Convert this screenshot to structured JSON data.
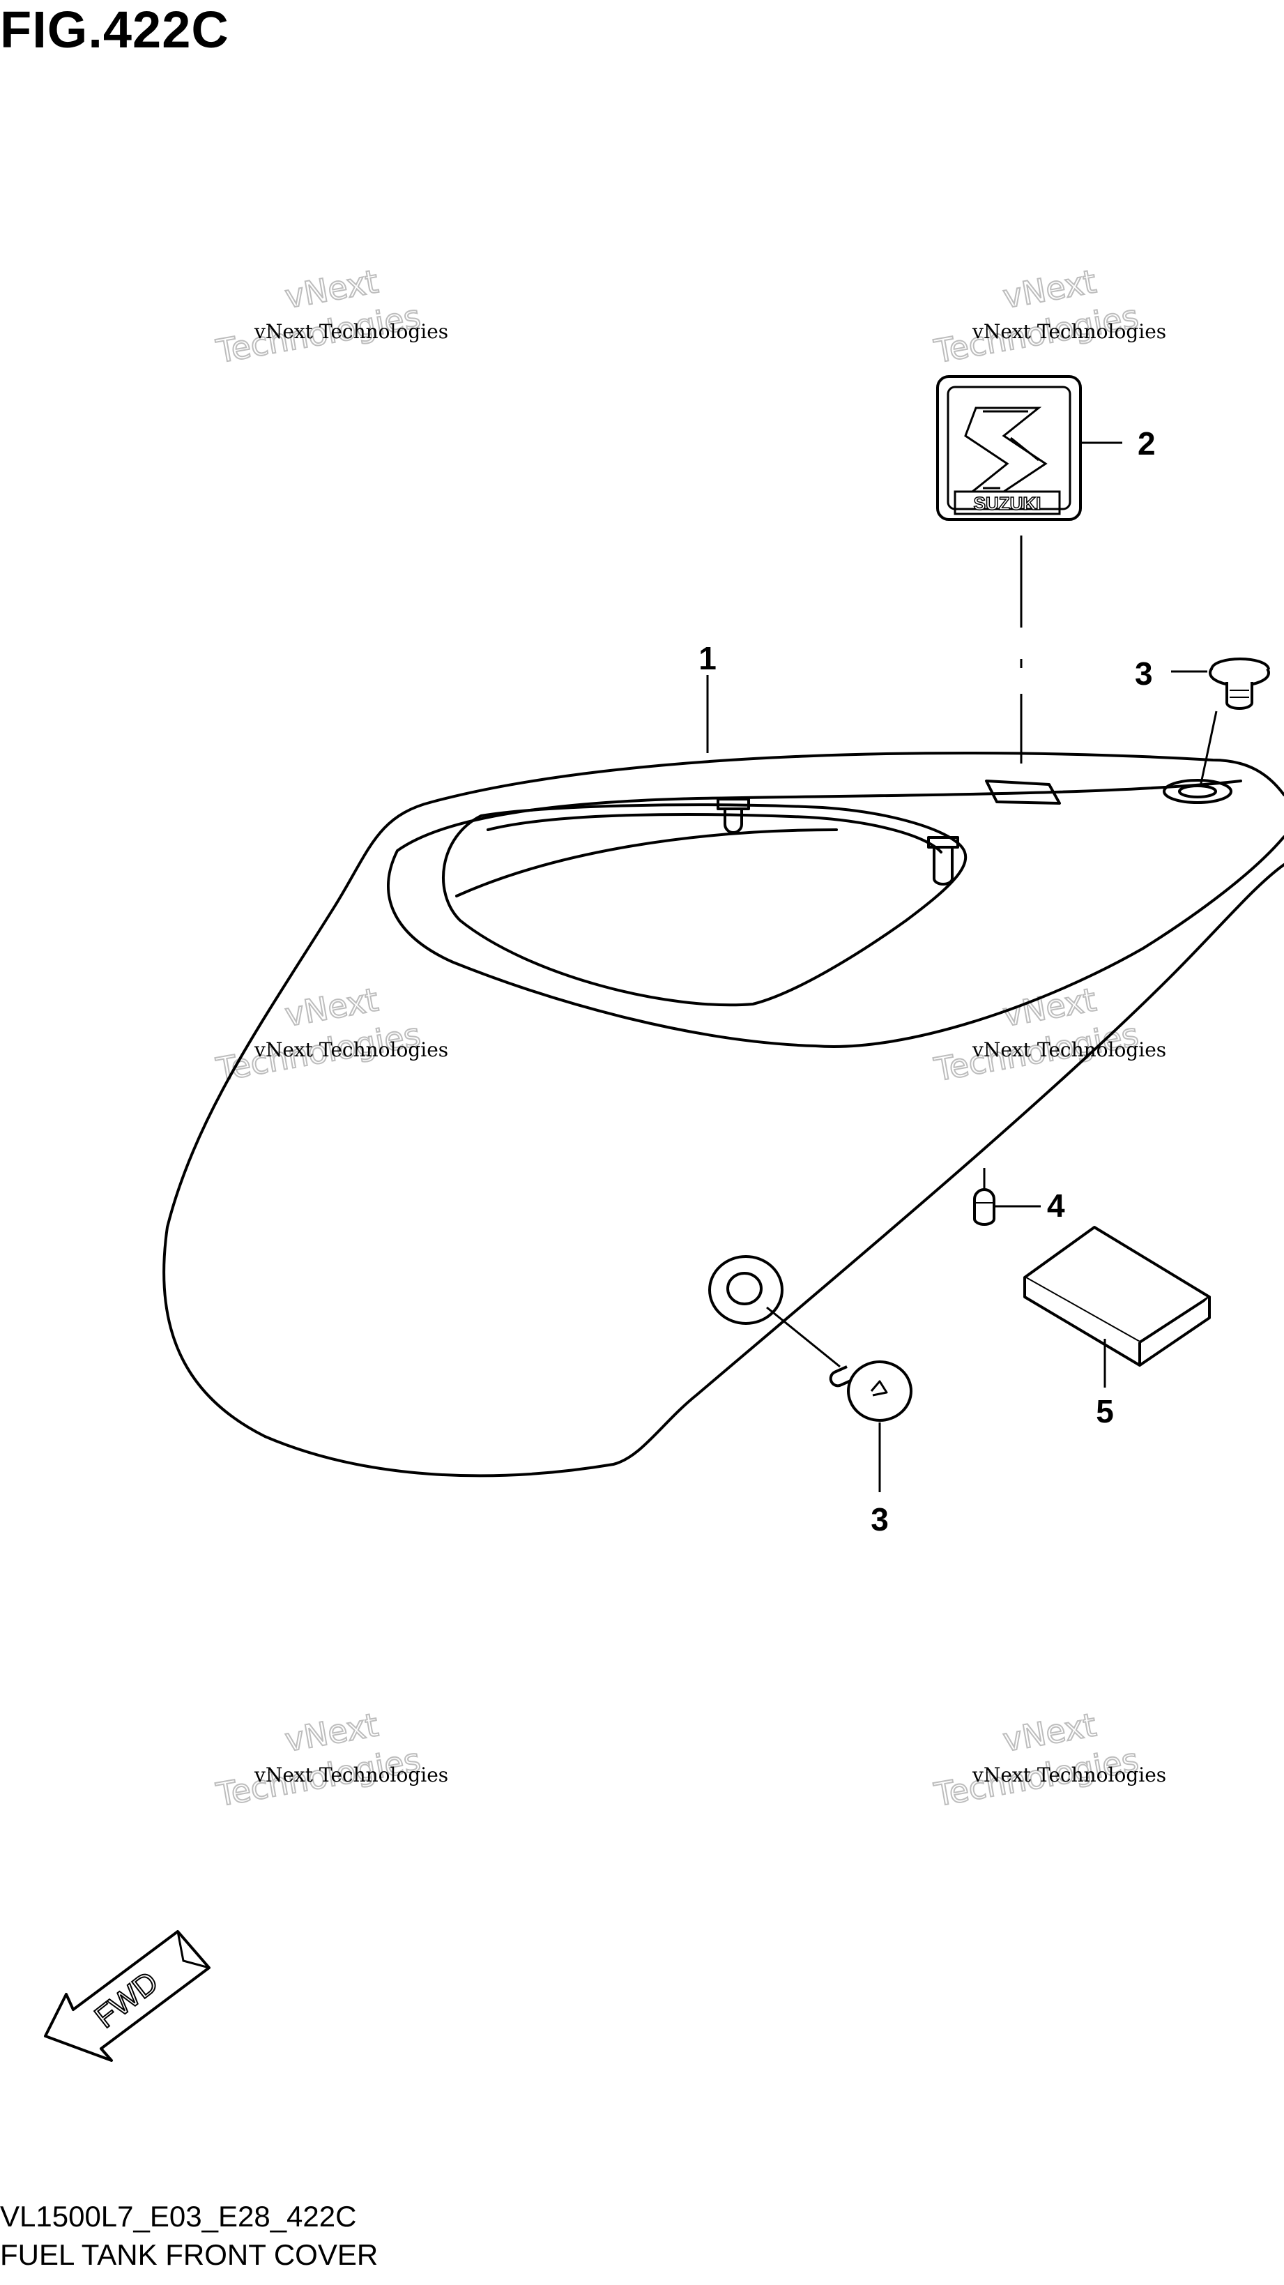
{
  "figure": {
    "title": "FIG.422C",
    "code": "VL1500L7_E03_E28_422C",
    "name": "FUEL TANK FRONT COVER"
  },
  "callouts": [
    {
      "id": "c1",
      "label": "1"
    },
    {
      "id": "c2",
      "label": "2"
    },
    {
      "id": "c3a",
      "label": "3"
    },
    {
      "id": "c3b",
      "label": "3"
    },
    {
      "id": "c4",
      "label": "4"
    },
    {
      "id": "c5",
      "label": "5"
    }
  ],
  "emblem": {
    "text": "SUZUKI",
    "icon": "suzuki-s-logo-icon"
  },
  "fwd_arrow": {
    "text": "FWD",
    "icon": "forward-arrow-icon"
  },
  "watermark": {
    "line1": "vNext Technologies",
    "line2a": "vNext",
    "line2b": "Technologies"
  },
  "colors": {
    "line": "#000000",
    "watermark": "#bdbdbd",
    "background": "#ffffff"
  }
}
